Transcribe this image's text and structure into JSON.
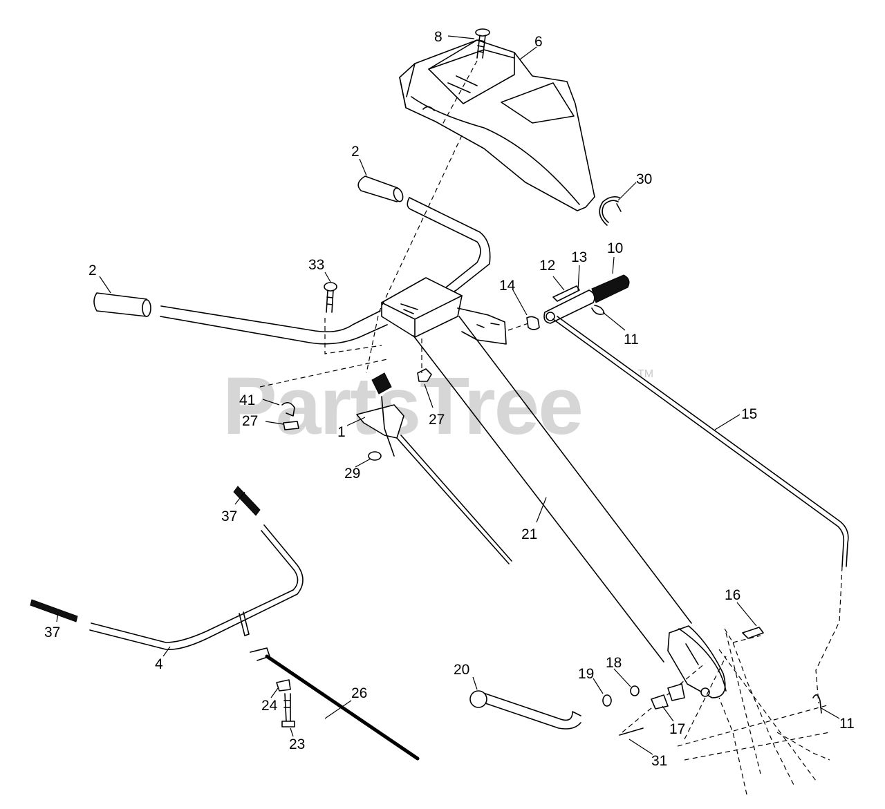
{
  "watermark": {
    "text": "PartsTree",
    "trademark": "TM"
  },
  "callouts": [
    {
      "id": "c8",
      "label": "8",
      "part": "screw"
    },
    {
      "id": "c6",
      "label": "6",
      "part": "control-panel-cover"
    },
    {
      "id": "c2a",
      "label": "2",
      "part": "grip-right"
    },
    {
      "id": "c30",
      "label": "30",
      "part": "clip"
    },
    {
      "id": "c2b",
      "label": "2",
      "part": "grip-left"
    },
    {
      "id": "c33",
      "label": "33",
      "part": "carriage-bolt"
    },
    {
      "id": "c12",
      "label": "12",
      "part": "bolt"
    },
    {
      "id": "c13",
      "label": "13",
      "part": "shift-lever"
    },
    {
      "id": "c10",
      "label": "10",
      "part": "lever-grip"
    },
    {
      "id": "c14",
      "label": "14",
      "part": "spacer"
    },
    {
      "id": "c11a",
      "label": "11",
      "part": "hairpin-clip"
    },
    {
      "id": "c41",
      "label": "41",
      "part": "bolt"
    },
    {
      "id": "c27a",
      "label": "27",
      "part": "nut"
    },
    {
      "id": "c27b",
      "label": "27",
      "part": "nut"
    },
    {
      "id": "c1",
      "label": "1",
      "part": "bracket"
    },
    {
      "id": "c15",
      "label": "15",
      "part": "shift-rod"
    },
    {
      "id": "c29",
      "label": "29",
      "part": "nut"
    },
    {
      "id": "c37a",
      "label": "37",
      "part": "grip"
    },
    {
      "id": "c21",
      "label": "21",
      "part": "handle-tube"
    },
    {
      "id": "c37b",
      "label": "37",
      "part": "grip"
    },
    {
      "id": "c4",
      "label": "4",
      "part": "bail"
    },
    {
      "id": "c16",
      "label": "16",
      "part": "screw"
    },
    {
      "id": "c20",
      "label": "20",
      "part": "depth-lever"
    },
    {
      "id": "c18",
      "label": "18",
      "part": "nut"
    },
    {
      "id": "c19",
      "label": "19",
      "part": "washer"
    },
    {
      "id": "c26",
      "label": "26",
      "part": "cable"
    },
    {
      "id": "c24",
      "label": "24",
      "part": "cable-clamp"
    },
    {
      "id": "c11b",
      "label": "11",
      "part": "hairpin-clip"
    },
    {
      "id": "c17",
      "label": "17",
      "part": "pad"
    },
    {
      "id": "c23",
      "label": "23",
      "part": "screw"
    },
    {
      "id": "c31",
      "label": "31",
      "part": "bolt"
    }
  ]
}
